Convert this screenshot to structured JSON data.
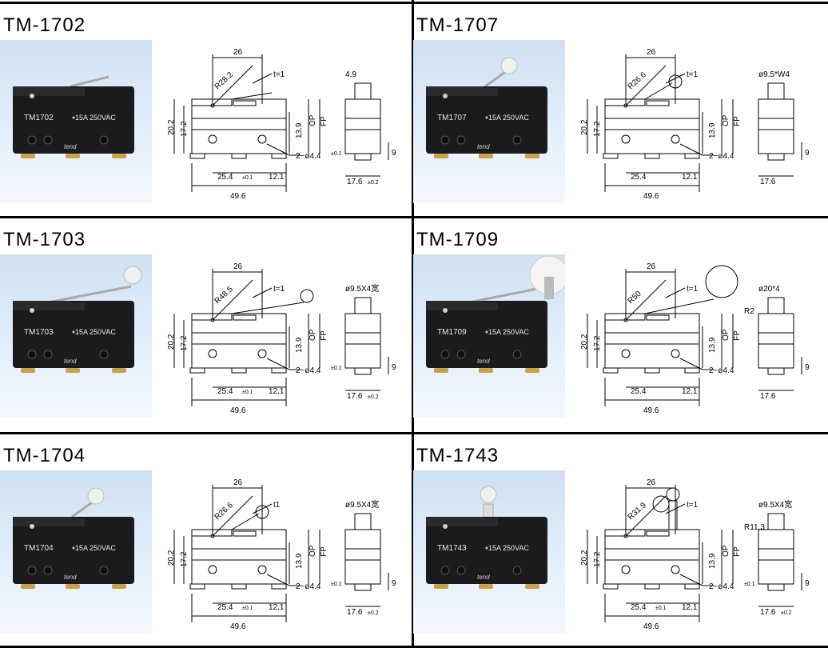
{
  "products": [
    {
      "model": "TM-1702",
      "body_label": "TM1702",
      "rating": "15A 250VAC",
      "brand": "tend",
      "lever": "plain",
      "dims": {
        "top": "26",
        "radius": "R28.2",
        "thickness": "t=1",
        "width_side": "4.9",
        "h1": "20.2",
        "h2": "17.2",
        "h3": "13.9",
        "op": "OP",
        "fp": "FP",
        "hole": "2−ø4.4",
        "hole_tol": "±0.1",
        "base1": "25.4",
        "base1_tol": "±0.1",
        "base2": "12.1",
        "total": "49.6",
        "side_w": "17.6",
        "side_w_tol": "±0.2",
        "side_h": "9"
      }
    },
    {
      "model": "TM-1707",
      "body_label": "TM1707",
      "rating": "15A 250VAC",
      "brand": "tend",
      "lever": "short-roller",
      "dims": {
        "top": "26",
        "radius": "R26.6",
        "thickness": "t=1",
        "width_side": "ø9.5*W4",
        "h1": "20.2",
        "h2": "17.2",
        "h3": "13.9",
        "op": "OP",
        "fp": "FP",
        "hole": "2−ø4.4",
        "hole_tol": "",
        "base1": "25.4",
        "base1_tol": "",
        "base2": "12.1",
        "total": "49.6",
        "side_w": "17.6",
        "side_w_tol": "",
        "side_h": "9"
      }
    },
    {
      "model": "TM-1703",
      "body_label": "TM1703",
      "rating": "15A 250VAC",
      "brand": "tend",
      "lever": "long-roller",
      "dims": {
        "top": "26",
        "radius": "R48.5",
        "thickness": "t=1",
        "width_side": "ø9.5X4宽",
        "h1": "20.2",
        "h2": "17.2",
        "h3": "13.9",
        "op": "OP",
        "fp": "FP",
        "hole": "2−ø4.4",
        "hole_tol": "±0.1",
        "base1": "25.4",
        "base1_tol": "±0.1",
        "base2": "12.1",
        "total": "49.6",
        "side_w": "17.6",
        "side_w_tol": "±0.2",
        "side_h": "9"
      }
    },
    {
      "model": "TM-1709",
      "body_label": "TM1709",
      "rating": "15A 250VAC",
      "brand": "tend",
      "lever": "big-roller",
      "dims": {
        "top": "26",
        "radius": "R50",
        "thickness": "t=1",
        "width_side": "ø20*4",
        "h1": "20.2",
        "h2": "17.2",
        "h3": "13.9",
        "op": "OP",
        "fp": "FP",
        "hole": "2−ø4.4",
        "hole_tol": "",
        "base1": "25.4",
        "base1_tol": "",
        "base2": "12.1",
        "total": "49.6",
        "side_w": "17.6",
        "side_w_tol": "",
        "side_h": "9",
        "extra": "R2"
      }
    },
    {
      "model": "TM-1704",
      "body_label": "TM1704",
      "rating": "15A 250VAC",
      "brand": "tend",
      "lever": "roller",
      "dims": {
        "top": "26",
        "radius": "R26.6",
        "thickness": "t1",
        "width_side": "ø9.5X4宽",
        "h1": "20.2",
        "h2": "17.2",
        "h3": "13.9",
        "op": "OP",
        "fp": "FP",
        "hole": "2−ø4.4",
        "hole_tol": "±0.1",
        "base1": "25.4",
        "base1_tol": "±0.1",
        "base2": "12.1",
        "total": "49.6",
        "side_w": "17.6",
        "side_w_tol": "±0.2",
        "side_h": "9"
      }
    },
    {
      "model": "TM-1743",
      "body_label": "TM1743",
      "rating": "15A 250VAC",
      "brand": "tend",
      "lever": "hinge-roller",
      "dims": {
        "top": "26",
        "radius": "R31.9",
        "thickness": "t=1",
        "width_side": "ø9.5X4宽",
        "h1": "20.2",
        "h2": "17.2",
        "h3": "13.9",
        "op": "OP",
        "fp": "FP",
        "hole": "2−ø4.4",
        "hole_tol": "±0.1",
        "base1": "25.4",
        "base1_tol": "±0.1",
        "base2": "12.1",
        "total": "49.6",
        "side_w": "17.6",
        "side_w_tol": "±0.2",
        "side_h": "9",
        "extra": "R11.3"
      }
    }
  ],
  "colors": {
    "rule": "#000000",
    "photo_bg": "#d8e8f6",
    "switch_body": "#1b1b1d",
    "terminal": "#c9a24a"
  }
}
